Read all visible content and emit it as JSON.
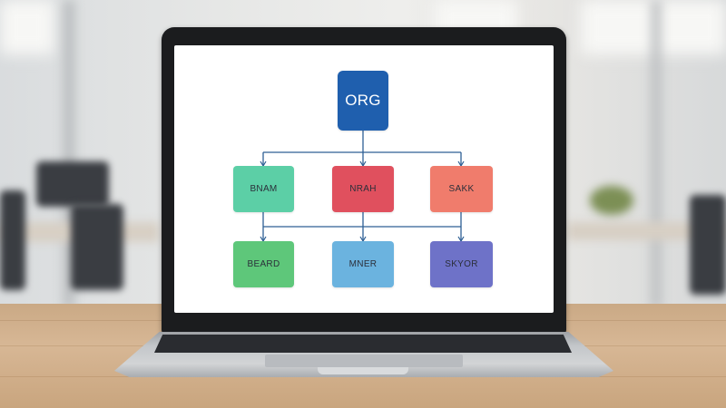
{
  "org_chart": {
    "root": {
      "label": "ORG",
      "color": "#1f5fae"
    },
    "level1": [
      {
        "label": "BNAM",
        "color": "#5ccfa6"
      },
      {
        "label": "NRAH",
        "color": "#e0505e"
      },
      {
        "label": "SAKK",
        "color": "#f07c6c"
      }
    ],
    "level2": [
      {
        "label": "BEARD",
        "color": "#5ec77a"
      },
      {
        "label": "MNER",
        "color": "#6bb3df"
      },
      {
        "label": "SKYOR",
        "color": "#6e72c8"
      }
    ],
    "connector_color": "#2e5f94"
  }
}
